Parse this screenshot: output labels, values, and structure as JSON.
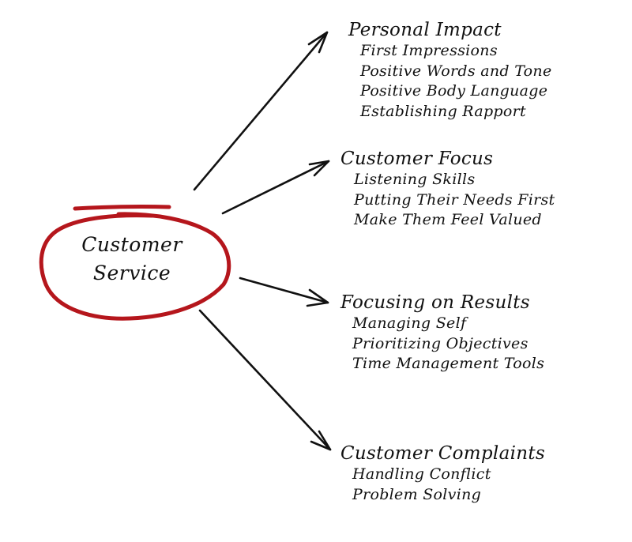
{
  "center": {
    "line1": "Customer",
    "line2": "Service",
    "circle_color": "#b5161c"
  },
  "arrow_color": "#111111",
  "branches": [
    {
      "heading": "Personal Impact",
      "items": [
        "First Impressions",
        "Positive Words and Tone",
        "Positive Body Language",
        "Establishing Rapport"
      ]
    },
    {
      "heading": "Customer Focus",
      "items": [
        "Listening Skills",
        "Putting Their Needs First",
        "Make Them Feel Valued"
      ]
    },
    {
      "heading": "Focusing on Results",
      "items": [
        "Managing Self",
        "Prioritizing Objectives",
        "Time Management Tools"
      ]
    },
    {
      "heading": "Customer Complaints",
      "items": [
        "Handling Conflict",
        "Problem Solving"
      ]
    }
  ]
}
